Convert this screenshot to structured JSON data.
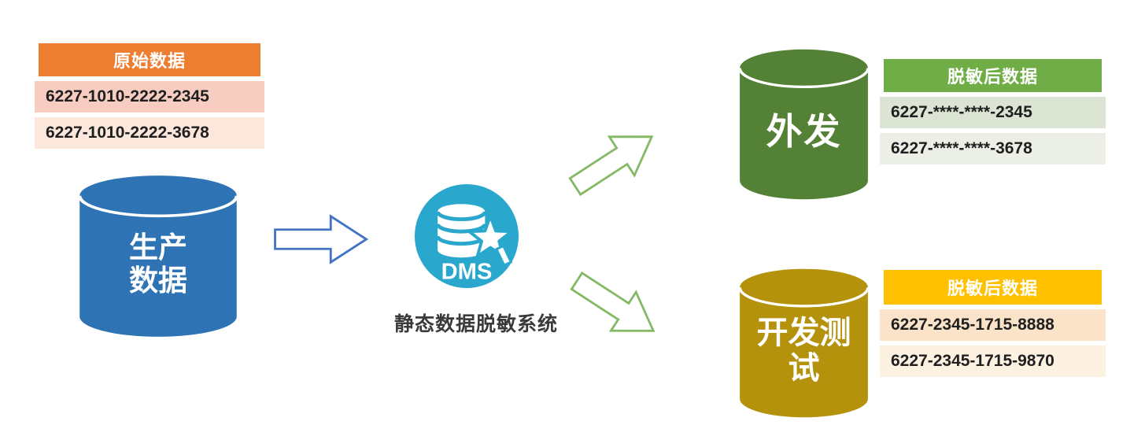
{
  "source_table": {
    "header": "原始数据",
    "rows": [
      "6227-1010-2222-2345",
      "6227-1010-2222-3678"
    ]
  },
  "production_db": {
    "line1": "生产",
    "line2": "数据"
  },
  "dms": {
    "acronym": "DMS",
    "caption": "静态数据脱敏系统"
  },
  "outbound_db": {
    "label": "外发"
  },
  "outbound_table": {
    "header": "脱敏后数据",
    "rows": [
      "6227-****-****-2345",
      "6227-****-****-3678"
    ]
  },
  "devtest_db": {
    "line1": "开发测",
    "line2": "试"
  },
  "devtest_table": {
    "header": "脱敏后数据",
    "rows": [
      "6227-2345-1715-8888",
      "6227-2345-1715-9870"
    ]
  },
  "colors": {
    "source_header": "#ED7D31",
    "source_row_odd": "#F6CDC0",
    "source_row_even": "#FBE7DC",
    "production_cylinder": "#2E74B5",
    "dms_circle": "#2AA7CC",
    "flow_arrow_blue": "#4472C4",
    "flow_arrow_green": "#85B966",
    "outbound_cylinder": "#538135",
    "outbound_table_header": "#70AD47",
    "outbound_row_odd": "#DCE5D3",
    "outbound_row_even": "#EBEFE5",
    "devtest_cylinder": "#B5920B",
    "devtest_table_header": "#FFC000",
    "devtest_row_odd": "#FBE3CA",
    "devtest_row_even": "#FDF1E2",
    "row_text": "#1F1F1F"
  }
}
